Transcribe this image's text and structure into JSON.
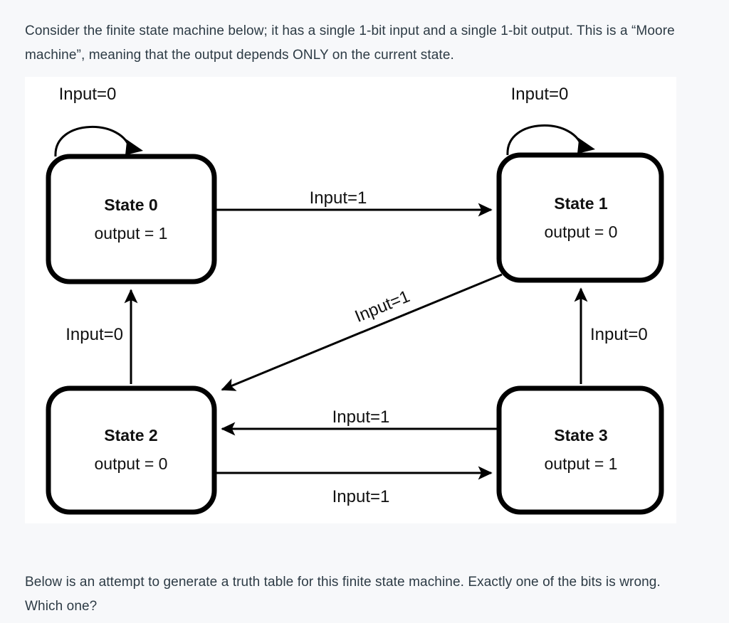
{
  "intro_text": "Consider the finite state machine below; it has a single 1-bit input and a single 1-bit output. This is a “Moore machine”, meaning that the output depends ONLY on the current state.",
  "closing_text": "Below is an attempt to generate a truth table for this finite state machine. Exactly one of the bits is wrong. Which one?",
  "diagram": {
    "type": "finite-state-machine",
    "machine_type": "Moore machine",
    "input_bits": 1,
    "output_bits": 1,
    "states": [
      {
        "id": "s0",
        "name": "State 0",
        "output_label": "output = 1",
        "output": 1
      },
      {
        "id": "s1",
        "name": "State 1",
        "output_label": "output = 0",
        "output": 0
      },
      {
        "id": "s2",
        "name": "State 2",
        "output_label": "output = 0",
        "output": 0
      },
      {
        "id": "s3",
        "name": "State 3",
        "output_label": "output = 1",
        "output": 1
      }
    ],
    "transitions": [
      {
        "id": "t0",
        "from": "s0",
        "to": "s0",
        "label": "Input=0",
        "input": 0,
        "kind": "self-loop"
      },
      {
        "id": "t1",
        "from": "s0",
        "to": "s1",
        "label": "Input=1",
        "input": 1,
        "kind": "horizontal-top"
      },
      {
        "id": "t2",
        "from": "s1",
        "to": "s1",
        "label": "Input=0",
        "input": 0,
        "kind": "self-loop"
      },
      {
        "id": "t3",
        "from": "s1",
        "to": "s2",
        "label": "Input=1",
        "input": 1,
        "kind": "diagonal"
      },
      {
        "id": "t4",
        "from": "s2",
        "to": "s0",
        "label": "Input=0",
        "input": 0,
        "kind": "vertical-left"
      },
      {
        "id": "t5",
        "from": "s2",
        "to": "s3",
        "label": "Input=1",
        "input": 1,
        "kind": "horizontal-bottom-lower"
      },
      {
        "id": "t6",
        "from": "s3",
        "to": "s1",
        "label": "Input=0",
        "input": 0,
        "kind": "vertical-right"
      },
      {
        "id": "t7",
        "from": "s3",
        "to": "s2",
        "label": "Input=1",
        "input": 1,
        "kind": "horizontal-bottom-upper"
      }
    ],
    "colors": {
      "panel_background": "#ffffff",
      "page_background": "#f7f8fa",
      "stroke": "#000000",
      "text": "#111111",
      "prose_text": "#2d3b45"
    }
  }
}
